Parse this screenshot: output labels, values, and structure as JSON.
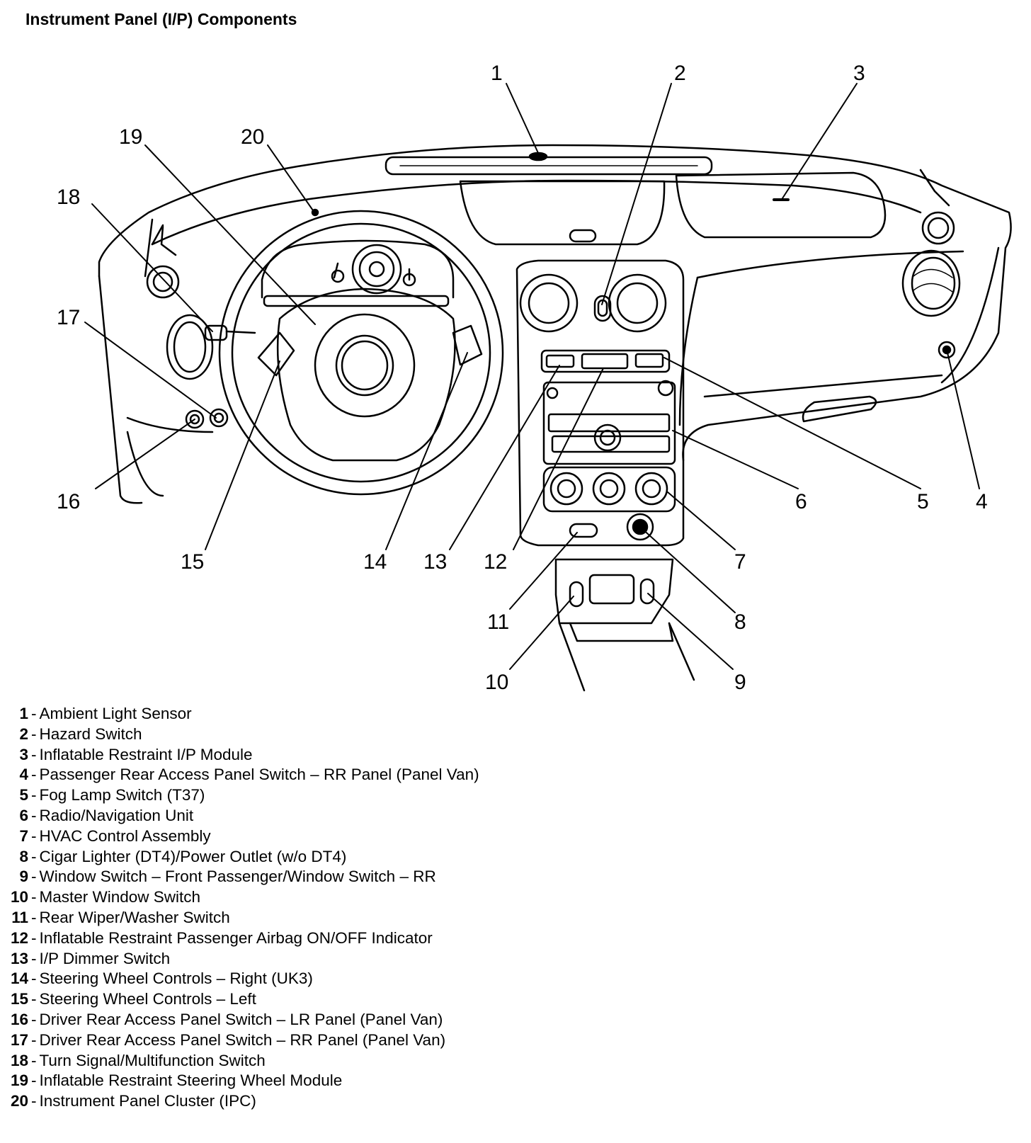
{
  "title": "Instrument Panel (I/P) Components",
  "callouts": [
    "1",
    "2",
    "3",
    "4",
    "5",
    "6",
    "7",
    "8",
    "9",
    "10",
    "11",
    "12",
    "13",
    "14",
    "15",
    "16",
    "17",
    "18",
    "19",
    "20"
  ],
  "legend": [
    {
      "num": "1",
      "sep": "-",
      "label": "Ambient Light Sensor"
    },
    {
      "num": "2",
      "sep": "-",
      "label": "Hazard Switch"
    },
    {
      "num": "3",
      "sep": "-",
      "label": "Inflatable Restraint I/P Module"
    },
    {
      "num": "4",
      "sep": "-",
      "label": "Passenger Rear Access Panel Switch – RR Panel (Panel Van)"
    },
    {
      "num": "5",
      "sep": "-",
      "label": "Fog Lamp Switch (T37)"
    },
    {
      "num": "6",
      "sep": "-",
      "label": "Radio/Navigation Unit"
    },
    {
      "num": "7",
      "sep": "-",
      "label": "HVAC Control Assembly"
    },
    {
      "num": "8",
      "sep": "-",
      "label": "Cigar Lighter (DT4)/Power Outlet (w/o DT4)"
    },
    {
      "num": "9",
      "sep": "-",
      "label": "Window Switch – Front Passenger/Window Switch – RR"
    },
    {
      "num": "10",
      "sep": "-",
      "label": "Master Window Switch"
    },
    {
      "num": "11",
      "sep": "-",
      "label": "Rear Wiper/Washer Switch"
    },
    {
      "num": "12",
      "sep": "-",
      "label": "Inflatable Restraint Passenger Airbag ON/OFF Indicator"
    },
    {
      "num": "13",
      "sep": "-",
      "label": "I/P Dimmer Switch"
    },
    {
      "num": "14",
      "sep": "-",
      "label": "Steering Wheel Controls – Right (UK3)"
    },
    {
      "num": "15",
      "sep": "-",
      "label": "Steering Wheel Controls – Left"
    },
    {
      "num": "16",
      "sep": "-",
      "label": "Driver Rear Access Panel Switch – LR Panel (Panel Van)"
    },
    {
      "num": "17",
      "sep": "-",
      "label": "Driver Rear Access Panel Switch – RR Panel (Panel Van)"
    },
    {
      "num": "18",
      "sep": "-",
      "label": "Turn Signal/Multifunction Switch"
    },
    {
      "num": "19",
      "sep": "-",
      "label": "Inflatable Restraint Steering Wheel Module"
    },
    {
      "num": "20",
      "sep": "-",
      "label": "Instrument Panel Cluster (IPC)"
    }
  ]
}
